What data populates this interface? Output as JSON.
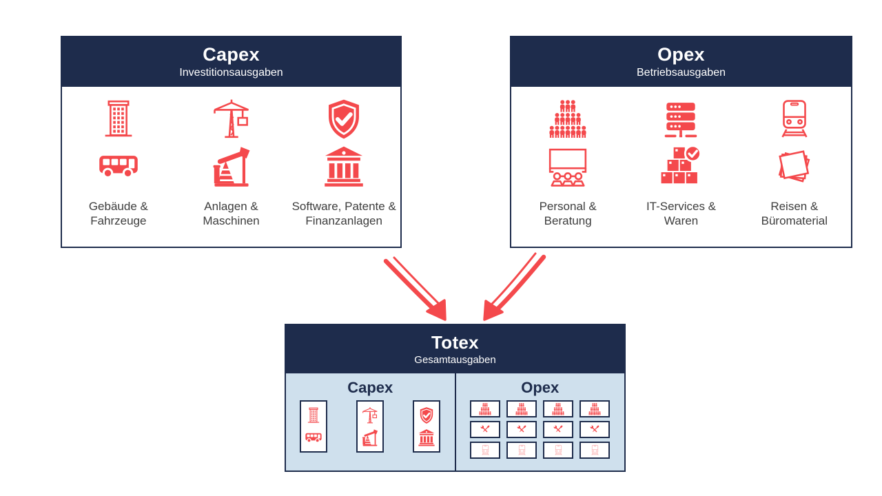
{
  "colors": {
    "navy": "#1e2c4c",
    "red": "#f4494c",
    "panel_blue": "#cfe0ed",
    "label_gray": "#3d3d3d"
  },
  "capex": {
    "title": "Capex",
    "subtitle": "Investitionsausgaben",
    "columns": [
      {
        "icons": [
          "office-building-icon",
          "bus-icon"
        ],
        "label": "Gebäude & Fahrzeuge"
      },
      {
        "icons": [
          "construction-crane-icon",
          "oil-pump-icon"
        ],
        "label": "Anlagen & Maschinen"
      },
      {
        "icons": [
          "shield-check-icon",
          "bank-icon"
        ],
        "label": "Software, Patente & Finanzanlagen"
      }
    ]
  },
  "opex": {
    "title": "Opex",
    "subtitle": "Betriebsausgaben",
    "columns": [
      {
        "icons": [
          "crowd-icon",
          "meeting-icon"
        ],
        "label": "Personal & Beratung"
      },
      {
        "icons": [
          "server-icon",
          "goods-check-icon"
        ],
        "label": "IT-Services & Waren"
      },
      {
        "icons": [
          "train-icon",
          "papers-icon"
        ],
        "label": "Reisen & Büromaterial"
      }
    ]
  },
  "totex": {
    "title": "Totex",
    "subtitle": "Gesamtausgaben",
    "sections": [
      {
        "title": "Capex",
        "tiles": [
          [
            "office-building-icon",
            "bus-icon"
          ],
          [
            "construction-crane-icon",
            "oil-pump-icon"
          ],
          [
            "shield-check-icon",
            "bank-icon"
          ]
        ]
      },
      {
        "title": "Opex",
        "tile_rows": [
          "crowd-icon",
          "tools-icon",
          "train-icon"
        ]
      }
    ]
  }
}
